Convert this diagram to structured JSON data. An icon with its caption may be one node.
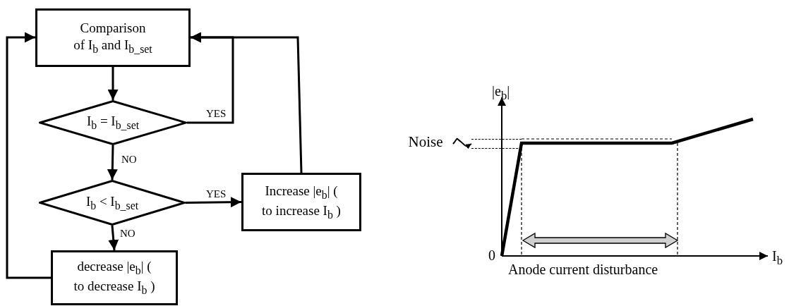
{
  "diagram": {
    "nodes": [
      {
        "text": [
          "Comparison of I$_{b}$ and I$_{b_set}$"
        ]
      },
      {
        "text": [
          "I$_{b}$ = I$_{b_set}$"
        ]
      },
      {
        "text": [
          "I$_{b}$ < I$_{b_set}$"
        ]
      },
      {
        "text": [
          "Increase |e$_{b}$| ( to increase I$_{b}$ )"
        ]
      },
      {
        "text": [
          "decrease |e$_{b}$| ( to decrease I$_{b}$ )"
        ]
      },
      {
        "text": [
          "Noise"
        ]
      },
      {
        "text": [],
        "shape": "box"
      }
    ],
    "edges": [
      {
        "from": 0,
        "to": 1,
        "arrow": "to"
      },
      {
        "from": 1,
        "to": 0,
        "arrow": "to",
        "label": "YES"
      },
      {
        "from": 1,
        "to": 2,
        "arrow": "to",
        "label": "NO"
      },
      {
        "from": 2,
        "to": 3,
        "arrow": "to",
        "label": "YES"
      },
      {
        "from": 2,
        "to": 4,
        "arrow": "to",
        "label": "NO"
      },
      {
        "from": 3,
        "to": 0,
        "arrow": "to"
      },
      {
        "from": 4,
        "to": 0,
        "arrow": "to"
      },
      {
        "from": 5,
        "to": 6,
        "arrow": "to"
      }
    ],
    "labels": [
      "|e$_{b}$|",
      "0",
      "I$_{b}$",
      "Anode current disturbance"
    ]
  }
}
